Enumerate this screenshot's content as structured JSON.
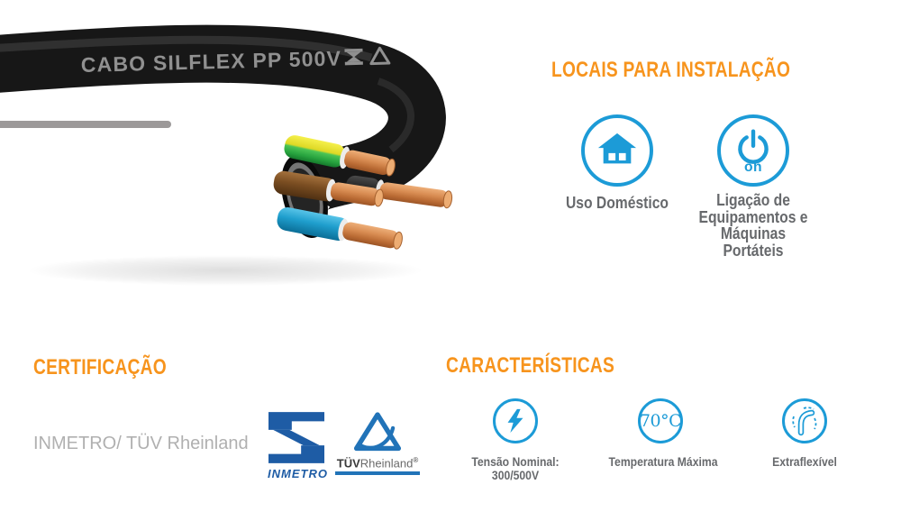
{
  "colors": {
    "orange": "#F7941D",
    "icon_blue": "#1C9BD7",
    "label_gray": "#67696C",
    "light_gray": "#B0B0B0",
    "inmetro_blue": "#1E5CA5",
    "tuv_blue": "#2173B8",
    "copper": "#D88C52"
  },
  "cable": {
    "label": "CABO SILFLEX PP 500V"
  },
  "installation": {
    "title": "LOCAIS PARA INSTALAÇÃO",
    "items": [
      {
        "name": "uso-domestico",
        "icon": "house-icon",
        "label": "Uso Doméstico"
      },
      {
        "name": "ligacao-equipamentos",
        "icon": "power-on-icon",
        "on_text": "on",
        "label": "Ligação de Equipamentos e Máquinas Portáteis",
        "lines": [
          "Ligação de",
          "Equipamentos e",
          "Máquinas",
          "Portáteis"
        ]
      }
    ]
  },
  "certification": {
    "title": "CERTIFICAÇÃO",
    "text": "INMETRO/ TÜV Rheinland",
    "inmetro_label": "INMETRO",
    "tuv_bold": "TÜV",
    "tuv_rest": "Rheinland",
    "tuv_registered": "®"
  },
  "characteristics": {
    "title": "CARACTERÍSTICAS",
    "items": [
      {
        "name": "tensao-nominal",
        "icon": "lightning-icon",
        "label": "Tensão Nominal: 300/500V",
        "lines": [
          "Tensão Nominal:",
          "300/500V"
        ]
      },
      {
        "name": "temperatura-maxima",
        "icon": "temperature-badge",
        "badge": "70°C",
        "label": "Temperatura Máxima"
      },
      {
        "name": "extraflexivel",
        "icon": "flex-cable-icon",
        "label": "Extraflexível"
      }
    ]
  }
}
